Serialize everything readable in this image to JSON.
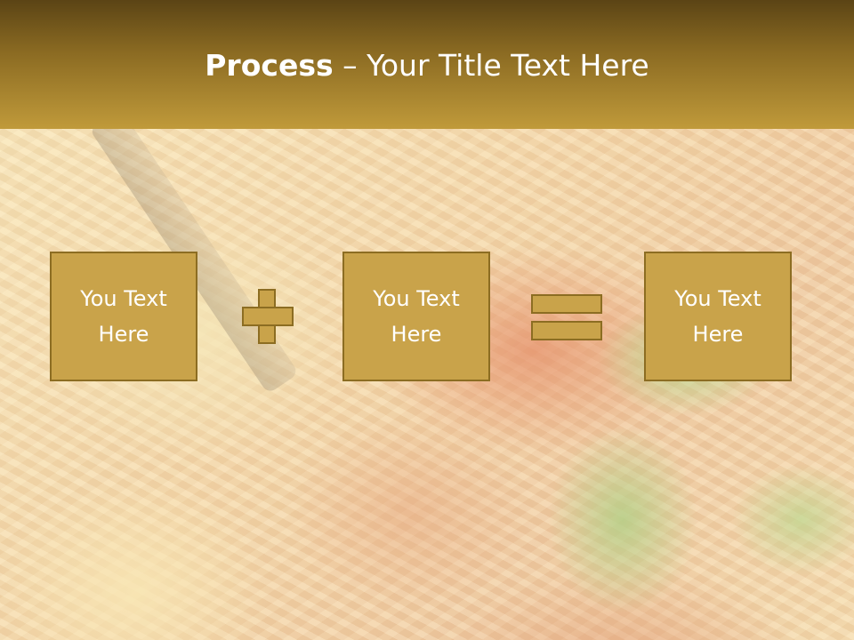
{
  "slide": {
    "title_bold": "Process",
    "title_rest": " – Your Title Text Here",
    "boxes": [
      {
        "text": "You Text Here"
      },
      {
        "text": "You Text Here"
      },
      {
        "text": "You Text Here"
      }
    ],
    "operators": [
      "plus-icon",
      "equals-icon"
    ],
    "colors": {
      "header_dark": "#5b4415",
      "header_light": "#c09a3a",
      "box_fill": "#c9a34a",
      "box_border": "#8c6d22",
      "text": "#ffffff"
    }
  }
}
